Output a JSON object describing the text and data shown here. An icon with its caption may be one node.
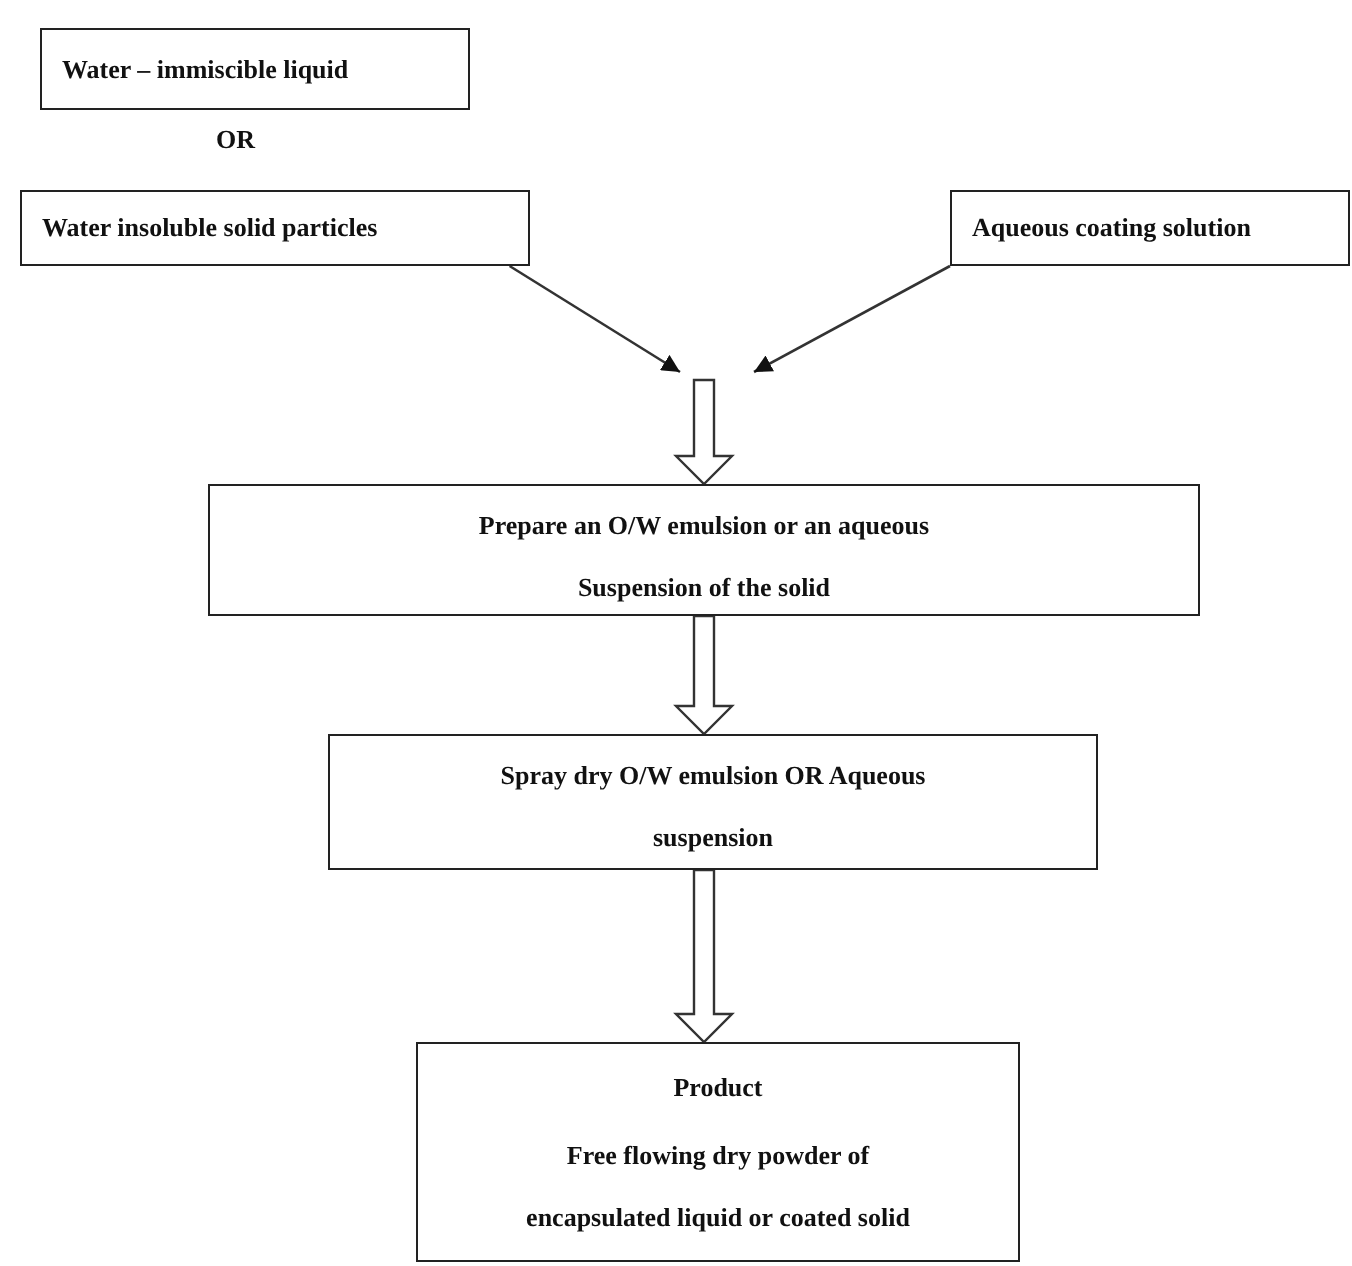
{
  "diagram": {
    "nodes": [
      {
        "text": [
          "Water – immiscible liquid"
        ]
      },
      {
        "text": [
          "Water insoluble solid particles"
        ]
      },
      {
        "text": [
          "Aqueous coating solution"
        ]
      },
      {
        "text": [
          "Prepare an O/W emulsion or an aqueous Suspension of the solid"
        ]
      },
      {
        "text": [
          "Spray dry O/W emulsion OR Aqueous suspension"
        ]
      },
      {
        "text": [
          "Product",
          "Free flowing dry powder of encapsulated liquid or coated solid"
        ]
      }
    ],
    "edges": [
      {
        "from": 1,
        "to": null,
        "arrow": "to"
      },
      {
        "from": 2,
        "to": null,
        "arrow": "to"
      },
      {
        "from": null,
        "to": 3,
        "arrow": "to",
        "style": "thick"
      },
      {
        "from": 3,
        "to": 4,
        "arrow": "to",
        "style": "thick"
      },
      {
        "from": 4,
        "to": 5,
        "arrow": "to",
        "style": "thick"
      }
    ],
    "labels": [
      "OR"
    ]
  }
}
